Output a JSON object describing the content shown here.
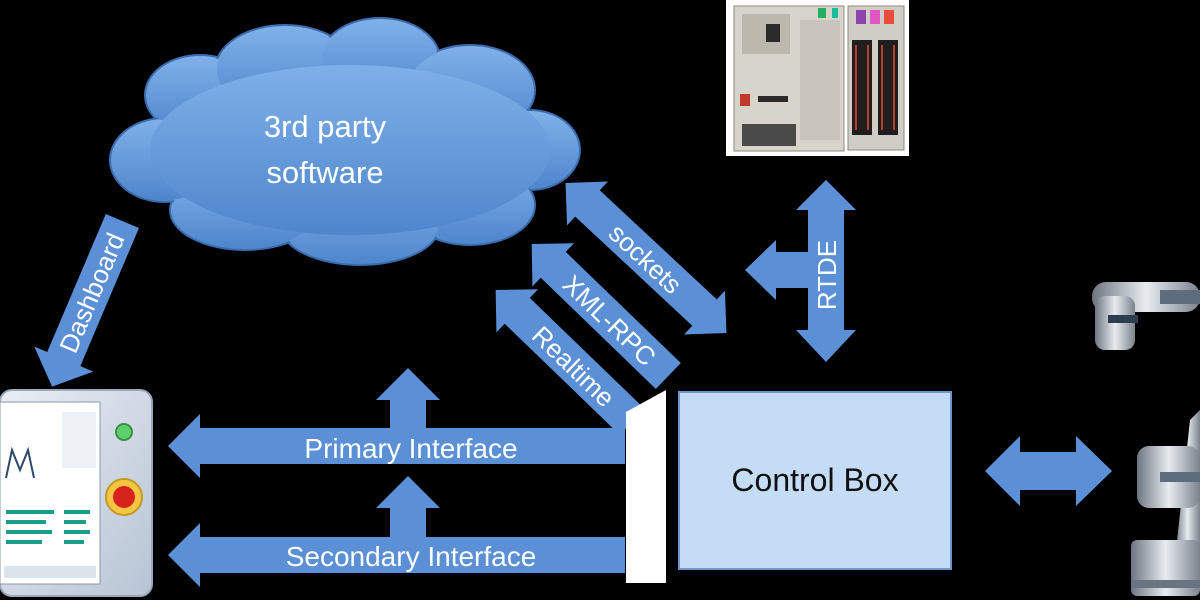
{
  "diagram": {
    "cloud": {
      "line1": "3rd party",
      "line2": "software"
    },
    "control_box": {
      "label": "Control Box"
    },
    "arrows": {
      "dashboard": "Dashboard",
      "sockets": "sockets",
      "xml_rpc": "XML-RPC",
      "realtime": "Realtime",
      "rtde": "RTDE",
      "primary": "Primary Interface",
      "secondary": "Secondary Interface"
    }
  },
  "colors": {
    "background": "#000000",
    "arrow": "#5b8fd6",
    "cloud": "#5d95d8",
    "control_box": "#c4dcf5"
  }
}
